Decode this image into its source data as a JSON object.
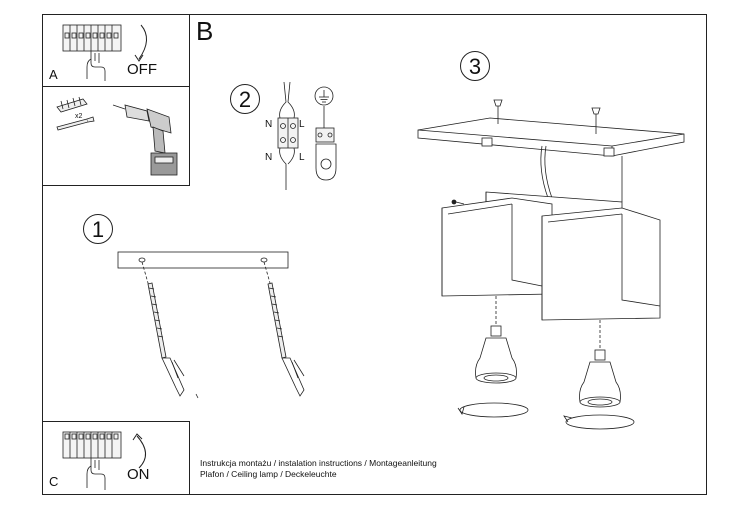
{
  "panels": {
    "a": {
      "letter": "A",
      "action": "OFF"
    },
    "tools": {
      "anchor_count": "x2"
    },
    "c": {
      "letter": "C",
      "action": "ON"
    }
  },
  "section_b": {
    "letter": "B"
  },
  "steps": [
    {
      "number": "1"
    },
    {
      "number": "2",
      "left_terminal": "N",
      "right_terminal": "L"
    },
    {
      "number": "3"
    }
  ],
  "caption": {
    "line1": "Instrukcja montażu / instalation instructions / Montageanleitung",
    "line2": "Plafon / Ceiling lamp / Deckeleuchte"
  }
}
